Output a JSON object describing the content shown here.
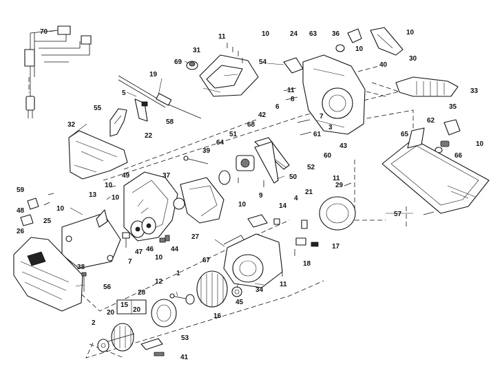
{
  "callouts": [
    {
      "id": "c70",
      "text": "70"
    },
    {
      "id": "c11a",
      "text": "11"
    },
    {
      "id": "c10a",
      "text": "10"
    },
    {
      "id": "c24",
      "text": "24"
    },
    {
      "id": "c63",
      "text": "63"
    },
    {
      "id": "c36",
      "text": "36"
    },
    {
      "id": "c10b",
      "text": "10"
    },
    {
      "id": "c10c",
      "text": "10"
    },
    {
      "id": "c31",
      "text": "31"
    },
    {
      "id": "c69",
      "text": "69"
    },
    {
      "id": "c54",
      "text": "54"
    },
    {
      "id": "c30",
      "text": "30"
    },
    {
      "id": "c40",
      "text": "40"
    },
    {
      "id": "c19",
      "text": "19"
    },
    {
      "id": "c11b",
      "text": "11"
    },
    {
      "id": "c8",
      "text": "8"
    },
    {
      "id": "c33",
      "text": "33"
    },
    {
      "id": "c5",
      "text": "5"
    },
    {
      "id": "c6",
      "text": "6"
    },
    {
      "id": "c55",
      "text": "55"
    },
    {
      "id": "c58",
      "text": "58"
    },
    {
      "id": "c42",
      "text": "42"
    },
    {
      "id": "c7a",
      "text": "7"
    },
    {
      "id": "c22",
      "text": "22"
    },
    {
      "id": "c68",
      "text": "68"
    },
    {
      "id": "c3",
      "text": "3"
    },
    {
      "id": "c35",
      "text": "35"
    },
    {
      "id": "c32",
      "text": "32"
    },
    {
      "id": "c61",
      "text": "61"
    },
    {
      "id": "c62",
      "text": "62"
    },
    {
      "id": "c51",
      "text": "51"
    },
    {
      "id": "c43",
      "text": "43"
    },
    {
      "id": "c65",
      "text": "65"
    },
    {
      "id": "c60",
      "text": "60"
    },
    {
      "id": "c10d",
      "text": "10"
    },
    {
      "id": "c39",
      "text": "39"
    },
    {
      "id": "c64",
      "text": "64"
    },
    {
      "id": "c66",
      "text": "66"
    },
    {
      "id": "c52",
      "text": "52"
    },
    {
      "id": "c49",
      "text": "49"
    },
    {
      "id": "c37",
      "text": "37"
    },
    {
      "id": "c50",
      "text": "50"
    },
    {
      "id": "c11c",
      "text": "11"
    },
    {
      "id": "c10e",
      "text": "10"
    },
    {
      "id": "c59",
      "text": "59"
    },
    {
      "id": "c13",
      "text": "13"
    },
    {
      "id": "c9",
      "text": "9"
    },
    {
      "id": "c29",
      "text": "29"
    },
    {
      "id": "c21",
      "text": "21"
    },
    {
      "id": "c10f",
      "text": "10"
    },
    {
      "id": "c10g",
      "text": "10"
    },
    {
      "id": "c48",
      "text": "48"
    },
    {
      "id": "c4",
      "text": "4"
    },
    {
      "id": "c14",
      "text": "14"
    },
    {
      "id": "c57",
      "text": "57"
    },
    {
      "id": "c10h",
      "text": "10"
    },
    {
      "id": "c25",
      "text": "25"
    },
    {
      "id": "c27",
      "text": "27"
    },
    {
      "id": "c26",
      "text": "26"
    },
    {
      "id": "c17",
      "text": "17"
    },
    {
      "id": "c7b",
      "text": "7"
    },
    {
      "id": "c47",
      "text": "47"
    },
    {
      "id": "c46",
      "text": "46"
    },
    {
      "id": "c44",
      "text": "44"
    },
    {
      "id": "c10i",
      "text": "10"
    },
    {
      "id": "c67",
      "text": "67"
    },
    {
      "id": "c18",
      "text": "18"
    },
    {
      "id": "c38",
      "text": "38"
    },
    {
      "id": "c1",
      "text": "1"
    },
    {
      "id": "c11d",
      "text": "11"
    },
    {
      "id": "c56",
      "text": "56"
    },
    {
      "id": "c12",
      "text": "12"
    },
    {
      "id": "c34",
      "text": "34"
    },
    {
      "id": "c45",
      "text": "45"
    },
    {
      "id": "c28",
      "text": "28"
    },
    {
      "id": "c15",
      "text": "15"
    },
    {
      "id": "c20a",
      "text": "20"
    },
    {
      "id": "c16",
      "text": "16"
    },
    {
      "id": "c2",
      "text": "2"
    },
    {
      "id": "c20b",
      "text": "20"
    },
    {
      "id": "c53",
      "text": "53"
    },
    {
      "id": "c41",
      "text": "41"
    }
  ]
}
